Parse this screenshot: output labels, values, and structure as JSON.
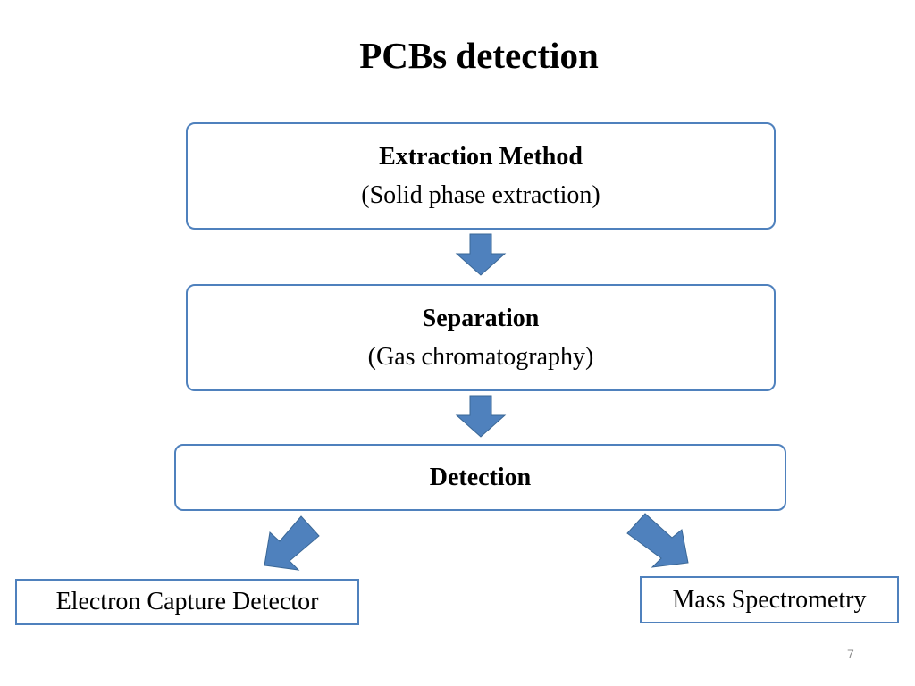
{
  "title": "PCBs detection",
  "steps": [
    {
      "heading": "Extraction Method",
      "subtitle": "(Solid phase extraction)"
    },
    {
      "heading": "Separation",
      "subtitle": "(Gas chromatography)"
    },
    {
      "heading": "Detection"
    }
  ],
  "outputs": [
    {
      "label": "Electron Capture Detector"
    },
    {
      "label": "Mass Spectrometry"
    }
  ],
  "page_number": "7",
  "colors": {
    "border": "#4f81bd",
    "arrow": "#4f81bd",
    "arrow_stroke": "#3a6796"
  }
}
